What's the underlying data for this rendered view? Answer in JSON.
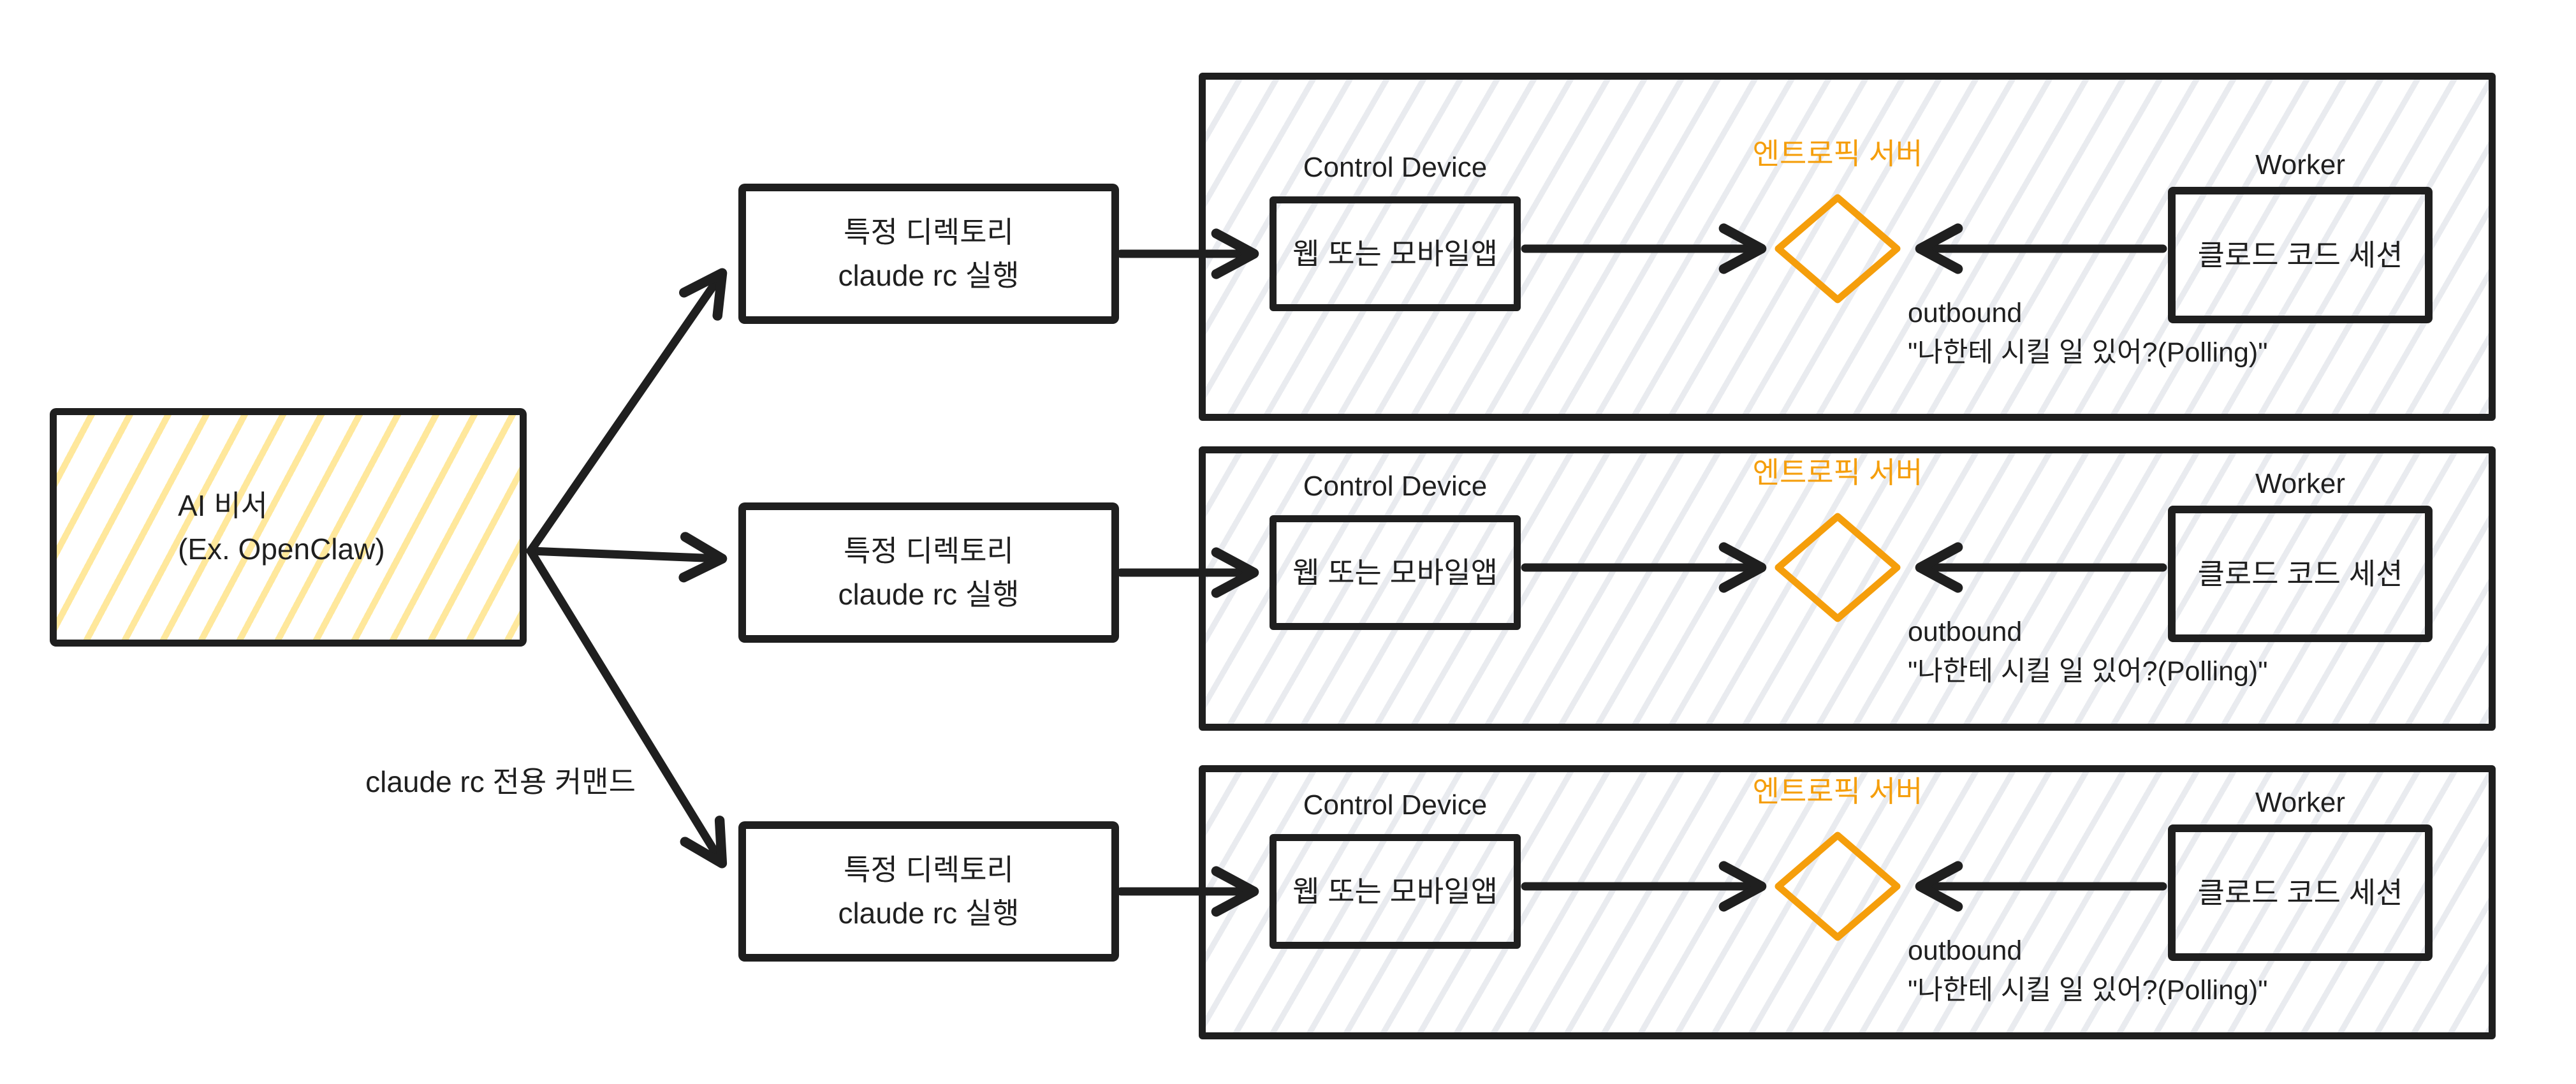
{
  "colors": {
    "ink": "#1f1f1f",
    "accent_orange": "#f59e0b",
    "yellow_hatch": "#ffe89c",
    "gray_hatch": "#e9ebef"
  },
  "assistant_box": {
    "line1": "AI 비서",
    "line2": "(Ex. OpenClaw)"
  },
  "fan_arrow_label": "claude rc 전용 커맨드",
  "rows": [
    {
      "runner_line1": "특정 디렉토리",
      "runner_line2": "claude rc 실행",
      "control_label": "Control Device",
      "control_box": "웹 또는 모바일앱",
      "server_label": "엔트로픽 서버",
      "worker_label": "Worker",
      "worker_box": "클로드 코드 세션",
      "outbound_line1": "outbound",
      "outbound_line2": "\"나한테 시킬 일 있어?(Polling)\""
    },
    {
      "runner_line1": "특정 디렉토리",
      "runner_line2": "claude rc 실행",
      "control_label": "Control Device",
      "control_box": "웹 또는 모바일앱",
      "server_label": "엔트로픽 서버",
      "worker_label": "Worker",
      "worker_box": "클로드 코드 세션",
      "outbound_line1": "outbound",
      "outbound_line2": "\"나한테 시킬 일 있어?(Polling)\""
    },
    {
      "runner_line1": "특정 디렉토리",
      "runner_line2": "claude rc 실행",
      "control_label": "Control Device",
      "control_box": "웹 또는 모바일앱",
      "server_label": "엔트로픽 서버",
      "worker_label": "Worker",
      "worker_box": "클로드 코드 세션",
      "outbound_line1": "outbound",
      "outbound_line2": "\"나한테 시킬 일 있어?(Polling)\""
    }
  ]
}
